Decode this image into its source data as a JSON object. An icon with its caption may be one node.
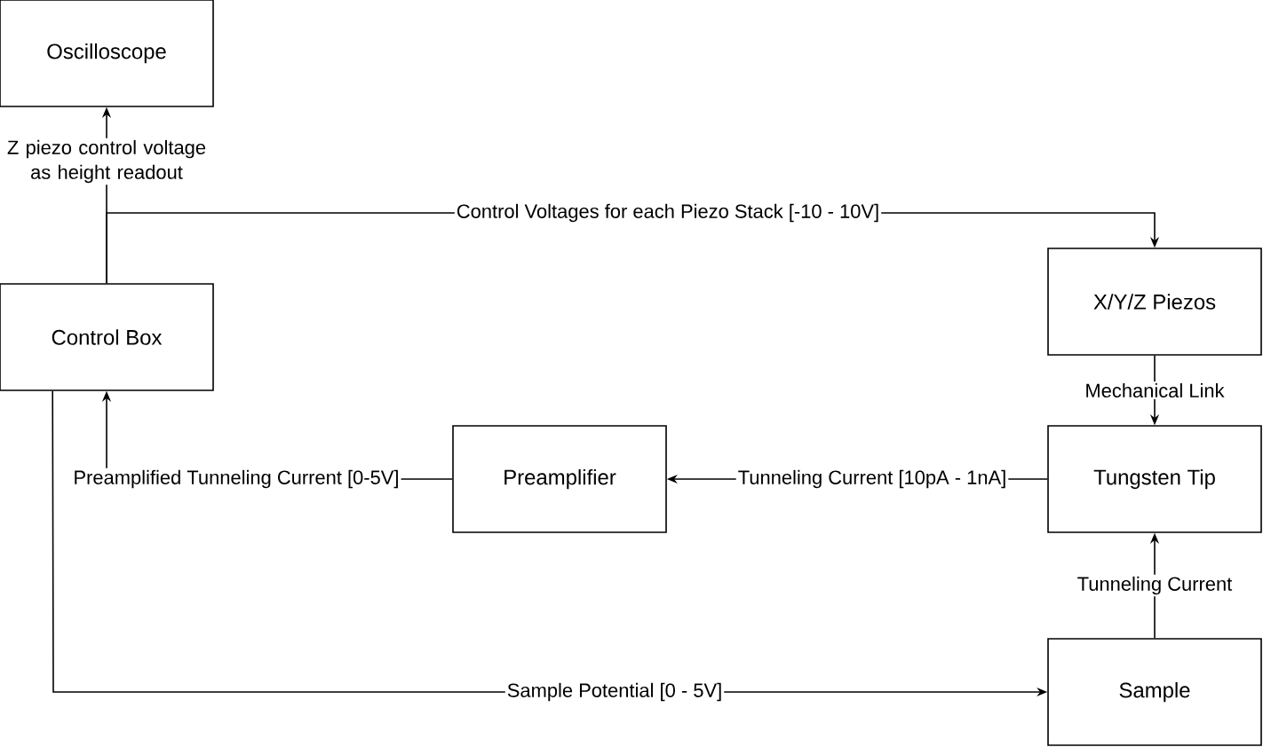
{
  "diagram": {
    "nodes": [
      {
        "text": [
          "Oscilloscope"
        ]
      },
      {
        "text": [
          "Control Box"
        ]
      },
      {
        "text": [
          "X/Y/Z Piezos"
        ]
      },
      {
        "text": [
          "Preamplifier"
        ]
      },
      {
        "text": [
          "Tungsten Tip"
        ]
      },
      {
        "text": [
          "Sample"
        ]
      }
    ],
    "edges": [
      {
        "from": 1,
        "to": 0,
        "arrow": "to",
        "label": "Z piezo control voltage as height readout"
      },
      {
        "from": 1,
        "to": 2,
        "arrow": "to",
        "label": "Control Voltages for each Piezo Stack [-10 - 10V]"
      },
      {
        "from": 2,
        "to": 4,
        "arrow": "to",
        "label": "Mechanical Link"
      },
      {
        "from": 4,
        "to": 3,
        "arrow": "to",
        "label": "Tunneling Current [10pA - 1nA]"
      },
      {
        "from": 3,
        "to": 1,
        "arrow": "to",
        "label": "Preamplified Tunneling Current [0-5V]"
      },
      {
        "from": 5,
        "to": 4,
        "arrow": "to",
        "label": "Tunneling Current"
      },
      {
        "from": 1,
        "to": 5,
        "arrow": "to",
        "label": "Sample Potential [0 - 5V]"
      }
    ]
  }
}
